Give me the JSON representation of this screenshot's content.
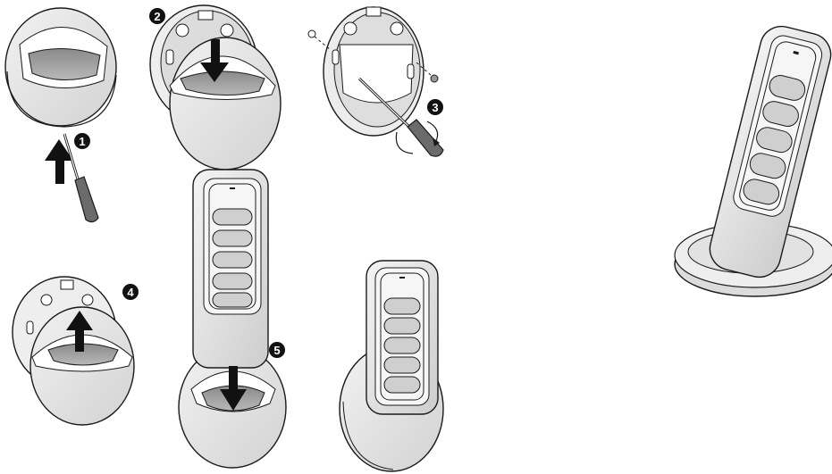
{
  "steps": [
    {
      "label": "1"
    },
    {
      "label": "2"
    },
    {
      "label": "3"
    },
    {
      "label": "4"
    },
    {
      "label": "5"
    }
  ],
  "colors": {
    "outline": "#1a1a1a",
    "body_fill": "#e3e3e3",
    "body_light": "#f2f2f2",
    "pocket_fill": "#9a9a9a",
    "button_fill": "#cfcfcf",
    "arrow_fill": "#111111",
    "badge_fill": "#111111",
    "handle_fill": "#6b6b6b"
  },
  "icons": {
    "remote": "remote-control-icon",
    "arrow": "direction-arrow-icon",
    "screwdriver": "screwdriver-icon",
    "bracket": "wall-bracket-icon"
  }
}
